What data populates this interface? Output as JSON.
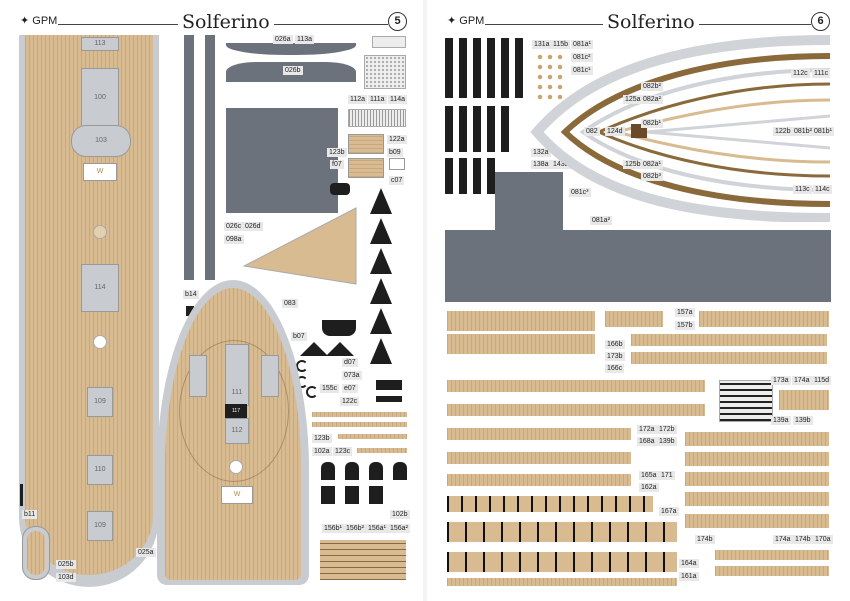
{
  "pages": [
    {
      "title": "Solferino",
      "number": "5"
    },
    {
      "title": "Solferino",
      "number": "6"
    }
  ],
  "logo": {
    "text": "GPM",
    "icon": "bird-logo-icon"
  },
  "colors": {
    "deck": "#d9bb91",
    "hull_grey": "#6c727c",
    "light_grey": "#c8cbd0",
    "black": "#1e1e1e"
  },
  "left_deck_labels": [
    "113",
    "100",
    "103",
    "W",
    "114",
    "109",
    "110",
    "109"
  ],
  "p5_labels": {
    "l026a": "026a",
    "l113a": "113a",
    "l026b": "026b",
    "l112a": "112a",
    "l111a": "111a",
    "l114a": "114a",
    "l123b": "123b",
    "l122a": "122a",
    "lb09": "b09",
    "lf07": "f07",
    "lc07": "c07",
    "l026c": "026c",
    "l026d": "026d",
    "l098a": "098a",
    "lb14": "b14",
    "l083": "083",
    "lb07": "b07",
    "ld07": "d07",
    "l073a": "073a",
    "l155c": "155c",
    "le07": "e07",
    "l122c": "122c",
    "l123b2": "123b",
    "l102a": "102a",
    "l123c": "123c",
    "l102b": "102b",
    "lb11": "b11",
    "l025b": "025b",
    "l103d": "103d",
    "l025a": "025a",
    "l156b1": "156b¹",
    "l156b2": "156b²",
    "l156a1": "156a¹",
    "l156a2": "156a²",
    "bow_111": "111",
    "bow_112": "112",
    "bow_w": "W",
    "bow_117": "117"
  },
  "p6_labels": {
    "l131": "131a",
    "l115b": "115b",
    "l081a1": "081a¹",
    "l081c": "081c²",
    "l081c1": "081c¹",
    "l132": "132a",
    "l138": "138a",
    "l143": "143a",
    "l112c": "112c",
    "l111c": "111c",
    "l082b2": "082b²",
    "l125a": "125a",
    "l082a2": "082a²",
    "l082": "082",
    "l124d": "124d",
    "l082b1": "082b¹",
    "l122b": "122b",
    "l081b2": "081b²",
    "l081b1": "081b¹",
    "l125b": "125b",
    "l082a1": "082a¹",
    "l082b3": "082b³",
    "l113c": "113c",
    "l114c": "114c",
    "l081c3": "081c³",
    "l081a2": "081a²",
    "l157a": "157a",
    "l157b": "157b",
    "l166b": "166b",
    "l173b": "173b",
    "l166c": "166c",
    "l173a": "173a",
    "l174a": "174a",
    "l115d": "115d",
    "l139a": "139a",
    "l139b": "139b",
    "l172a": "172a",
    "l172b": "172b",
    "l168a": "168a",
    "l139b2": "139b",
    "l165a": "165a",
    "l171": "171",
    "l162a": "162a",
    "l167a": "167a",
    "l174b": "174b",
    "l174a2": "174a",
    "l174b2": "174b",
    "l170a": "170a",
    "l164a": "164a",
    "l161a": "161a"
  }
}
